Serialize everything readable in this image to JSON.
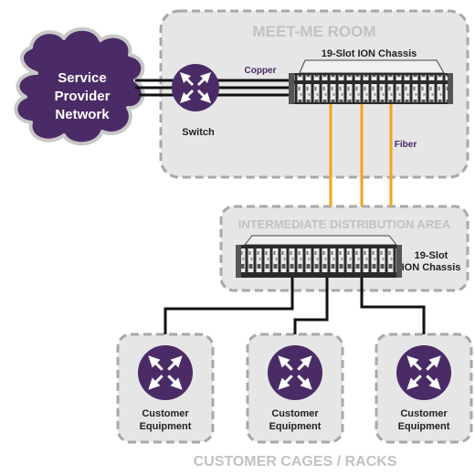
{
  "zones": {
    "meet_me_room": "MEET-ME ROOM",
    "intermediate": "INTERMEDIATE DISTRIBUTION AREA",
    "customer_cages": "CUSTOMER CAGES / RACKS"
  },
  "cloud": {
    "line1": "Service",
    "line2": "Provider",
    "line3": "Network"
  },
  "labels": {
    "switch": "Switch",
    "copper": "Copper",
    "fiber": "Fiber",
    "chassis_top": "19-Slot ION Chassis",
    "chassis_mid_line1": "19-Slot",
    "chassis_mid_line2": "ION Chassis"
  },
  "customers": [
    {
      "line1": "Customer",
      "line2": "Equipment"
    },
    {
      "line1": "Customer",
      "line2": "Equipment"
    },
    {
      "line1": "Customer",
      "line2": "Equipment"
    }
  ],
  "colors": {
    "zone_fill": "#e6e6e6",
    "zone_border": "#a8a8a8",
    "zone_text": "#c2c2c2",
    "purple": "#4b2b66",
    "fiber": "#f2a516",
    "cable": "#111111"
  }
}
